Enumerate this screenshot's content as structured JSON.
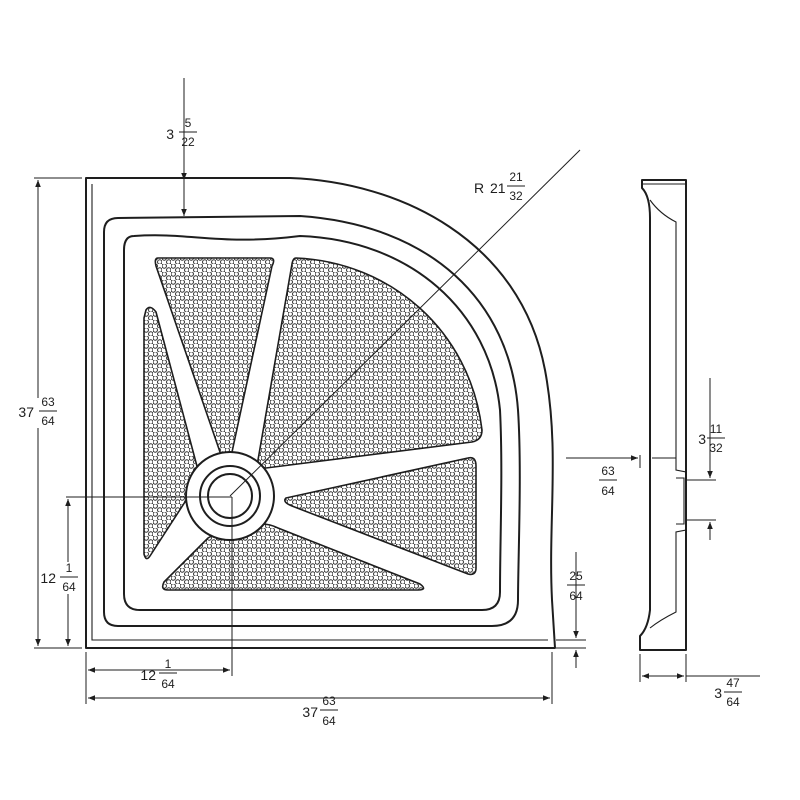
{
  "drawing": {
    "radius_prefix": "R",
    "dimensions": {
      "top_margin": {
        "whole": "3",
        "num": "5",
        "den": "22"
      },
      "radius": {
        "whole": "21",
        "num": "21",
        "den": "32"
      },
      "overall_height": {
        "whole": "37",
        "num": "63",
        "den": "64"
      },
      "drain_offset_y": {
        "whole": "12",
        "num": "1",
        "den": "64"
      },
      "drain_offset_x": {
        "whole": "12",
        "num": "1",
        "den": "64"
      },
      "overall_width": {
        "whole": "37",
        "num": "63",
        "den": "64"
      },
      "curve_inset": {
        "whole": "",
        "num": "25",
        "den": "64"
      },
      "side_offset": {
        "whole": "",
        "num": "63",
        "den": "64"
      },
      "side_drain_height": {
        "whole": "3",
        "num": "11",
        "den": "32"
      },
      "side_depth": {
        "whole": "3",
        "num": "47",
        "den": "64"
      }
    }
  }
}
